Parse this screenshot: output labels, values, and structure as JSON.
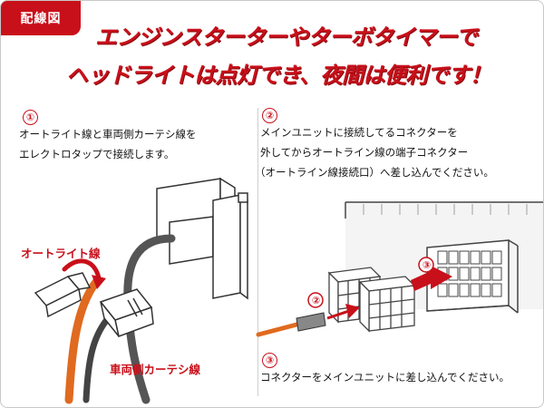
{
  "tag_label": "配線図",
  "headline": {
    "line1": "エンジンスターターやターボタイマーで",
    "line2": "ヘッドライトは点灯でき、夜間は便利です！"
  },
  "step1": {
    "number": "①",
    "lines": [
      "オートライト線と車両側カーテシ線を",
      "エレクトロタップで接続します。"
    ],
    "label_auto_light": "オートライト線",
    "label_courtesy": "車両側カーテシ線"
  },
  "step2": {
    "number": "②",
    "lines": [
      "メインユニットに接続してるコネクターを",
      "外してからオートライン線の端子コネクター",
      "（オートライン線接続口）へ差し込んでください。"
    ],
    "marker_2": "②",
    "marker_3": "③"
  },
  "step3": {
    "number": "③",
    "text": "コネクターをメインユニットに差し込んでください。"
  },
  "colors": {
    "accent": "#c8101a",
    "wire_orange": "#e06a1f",
    "wire_gray": "#555555"
  }
}
